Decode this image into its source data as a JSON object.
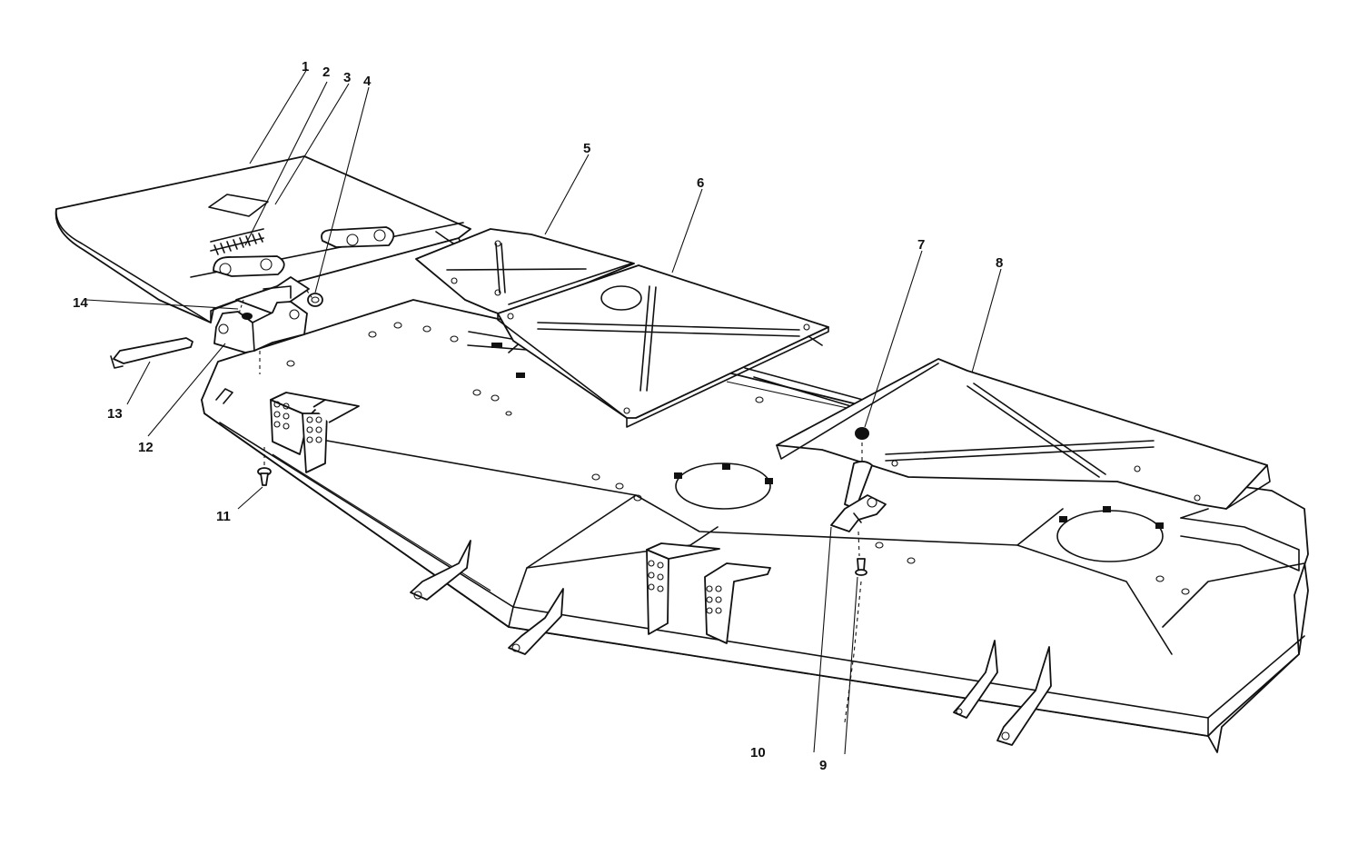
{
  "diagram": {
    "style": "exploded parts view, black line art on white",
    "colors": {
      "background": "#ffffff",
      "lines": "#111111"
    },
    "callouts": [
      "1",
      "2",
      "3",
      "4",
      "5",
      "6",
      "7",
      "8",
      "9",
      "10",
      "11",
      "12",
      "13",
      "14"
    ]
  }
}
